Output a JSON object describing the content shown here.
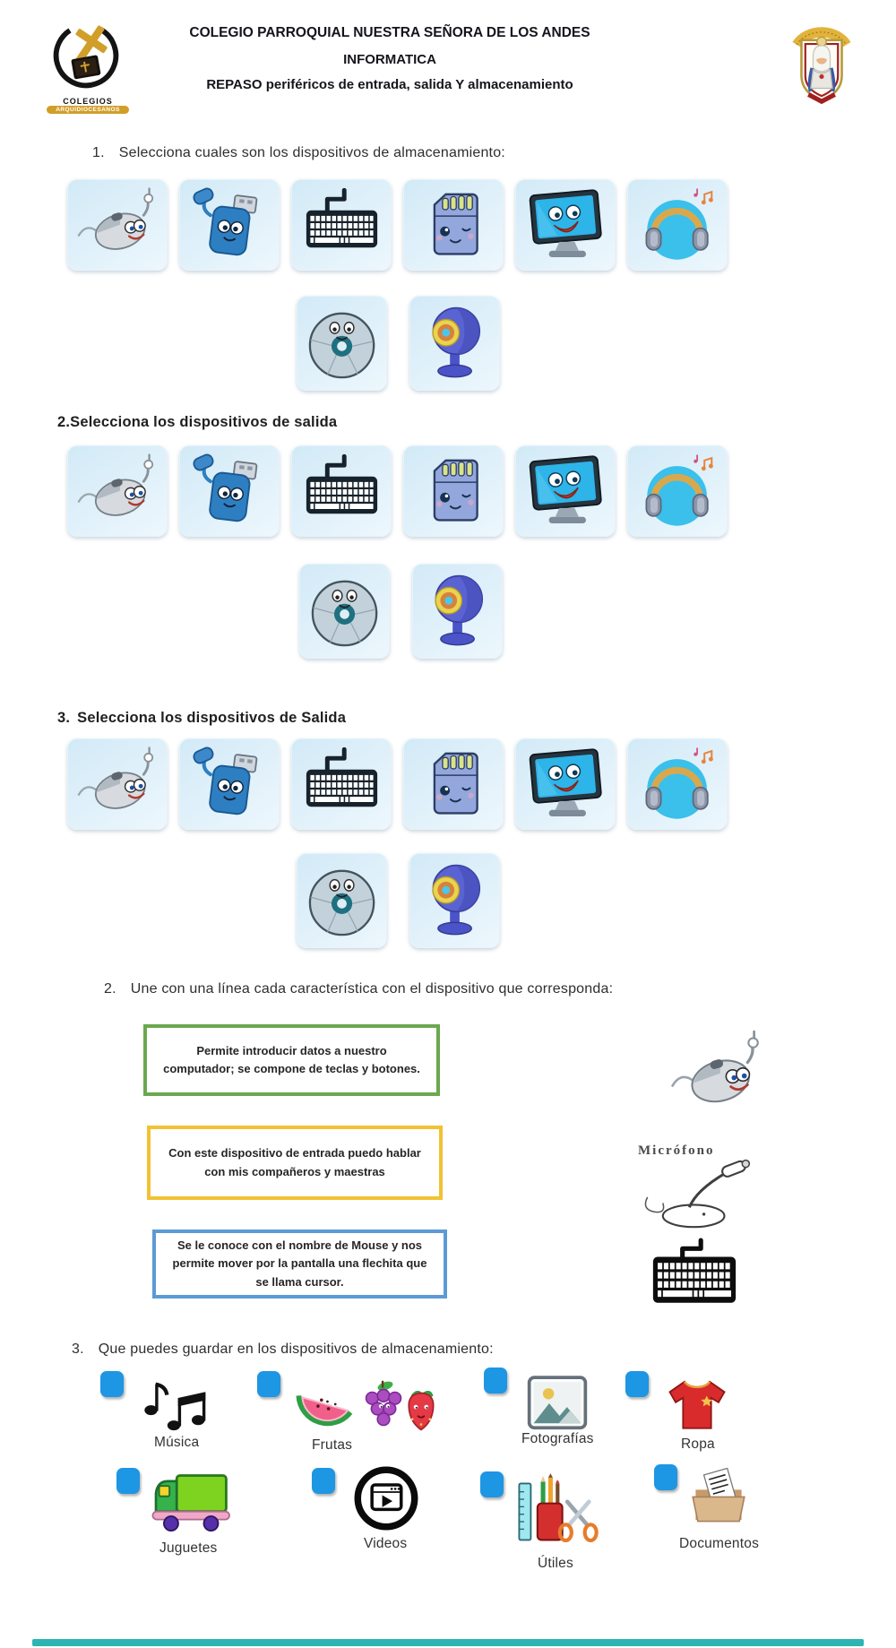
{
  "header": {
    "school_name": "COLEGIO PARROQUIAL NUESTRA SEÑORA DE LOS ANDES",
    "subject": "INFORMATICA",
    "topic": "REPASO periféricos de entrada,  salida Y almacenamiento",
    "left_logo": {
      "line1": "COLEGIOS",
      "line2": "ARQUIDIOCESANOS"
    }
  },
  "questions": {
    "q1": {
      "label": "1.",
      "text": "Selecciona cuales son los dispositivos de almacenamiento:"
    },
    "q2": {
      "text": "2.Selecciona los dispositivos de salida"
    },
    "q3": {
      "label": "3.",
      "text": "Selecciona los dispositivos de Salida"
    },
    "q4": {
      "label": "2.",
      "text": "Une con una línea cada característica con el dispositivo que corresponda:"
    },
    "q5": {
      "label": "3.",
      "text": "Que puedes guardar en los dispositivos de almacenamiento:"
    }
  },
  "devices": {
    "row1": [
      "mouse",
      "usb-drive",
      "keyboard",
      "memory-card",
      "monitor",
      "headphones"
    ],
    "row2": [
      "cd-disc",
      "webcam"
    ]
  },
  "match": {
    "boxes": [
      {
        "border_color": "#6aa84f",
        "text": "Permite introducir datos a nuestro computador; se compone de teclas y botones."
      },
      {
        "border_color": "#f1c232",
        "text": "Con este dispositivo de entrada puedo hablar con mis compañeros y maestras"
      },
      {
        "border_color": "#5b9bd5",
        "text": "Se le conoce con el nombre de Mouse y nos permite mover por la pantalla una flechita que se llama cursor."
      }
    ],
    "targets": [
      "mouse",
      "microphone",
      "keyboard"
    ],
    "microphone_label": "Micrófono"
  },
  "storage": {
    "row1": [
      {
        "label": "Música",
        "icon": "music-notes"
      },
      {
        "label": "Frutas",
        "icon": "fruits"
      },
      {
        "label": "Fotografías",
        "icon": "photograph"
      },
      {
        "label": "Ropa",
        "icon": "tshirt"
      }
    ],
    "row2": [
      {
        "label": "Juguetes",
        "icon": "toy-truck"
      },
      {
        "label": "Videos",
        "icon": "video-player"
      },
      {
        "label": "Útiles",
        "icon": "school-supplies"
      },
      {
        "label": "Documentos",
        "icon": "documents-folder"
      }
    ]
  },
  "colors": {
    "checkbox_blue": "#1d96e4",
    "card_background": "#d2eaf7",
    "green_border": "#6aa84f",
    "yellow_border": "#f1c232",
    "blue_border": "#5b9bd5",
    "bottom_bar": "#2cb5b0",
    "logo_gold": "#d19e2a"
  }
}
